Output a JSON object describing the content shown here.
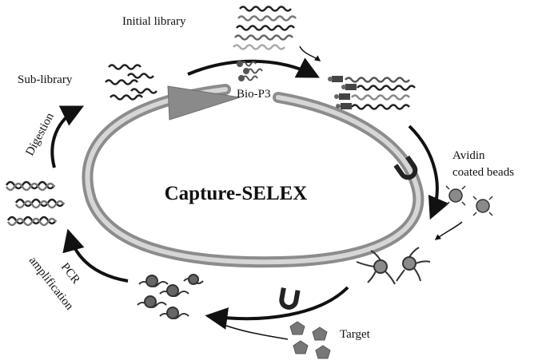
{
  "diagram": {
    "center_title": "Capture-SELEX",
    "labels": {
      "initial_library": "Initial library",
      "sub_library": "Sub-library",
      "bio_p3": "Bio-P3",
      "avidin_line1": "Avidin",
      "avidin_line2": "coated beads",
      "target": "Target",
      "pcr_line1": "PCR",
      "pcr_line2": "amplification",
      "digestion": "Digestion"
    }
  }
}
